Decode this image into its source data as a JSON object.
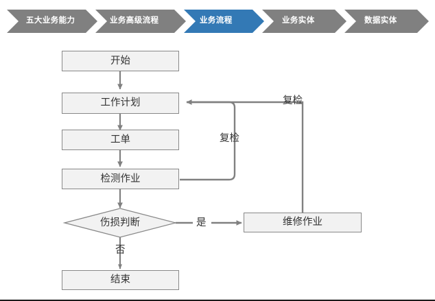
{
  "breadcrumb": {
    "active_index": 2,
    "colors": {
      "inactive": "#808080",
      "active": "#3379b5",
      "text": "#ffffff"
    },
    "items": [
      {
        "label": "五大业务能力",
        "state": "inactive"
      },
      {
        "label": "业务高级流程",
        "state": "inactive"
      },
      {
        "label": "业务流程",
        "state": "active"
      },
      {
        "label": "业务实体",
        "state": "inactive"
      },
      {
        "label": "数据实体",
        "state": "inactive"
      }
    ]
  },
  "flowchart": {
    "colors": {
      "node_fill": "#f2f2f2",
      "node_border": "#888888",
      "connector": "#808080",
      "text": "#333333"
    },
    "nodes": [
      {
        "id": "start",
        "label": "开始",
        "shape": "rect"
      },
      {
        "id": "work-plan",
        "label": "工作计划",
        "shape": "rect"
      },
      {
        "id": "work-order",
        "label": "工单",
        "shape": "rect"
      },
      {
        "id": "inspection",
        "label": "检测作业",
        "shape": "rect"
      },
      {
        "id": "damage-decision",
        "label": "伤损判断",
        "shape": "diamond"
      },
      {
        "id": "repair",
        "label": "维修作业",
        "shape": "rect"
      },
      {
        "id": "end",
        "label": "结束",
        "shape": "rect"
      }
    ],
    "edge_labels": [
      {
        "id": "recheck-inner",
        "label": "复检"
      },
      {
        "id": "recheck-outer",
        "label": "复检"
      },
      {
        "id": "yes",
        "label": "是"
      },
      {
        "id": "no",
        "label": "否"
      }
    ]
  }
}
